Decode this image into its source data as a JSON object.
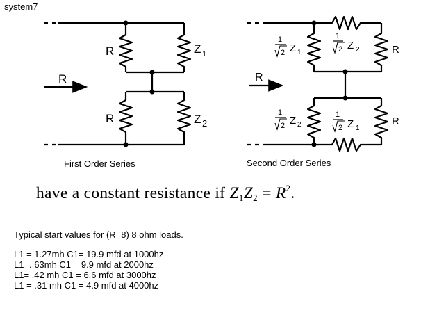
{
  "header": {
    "title": "system7"
  },
  "diagram_left": {
    "caption": "First Order Series",
    "arrow_label": "R",
    "upper_left_label": "R",
    "upper_right_label": "Z",
    "upper_right_sub": "1",
    "lower_left_label": "R",
    "lower_right_label": "Z",
    "lower_right_sub": "2"
  },
  "diagram_right": {
    "caption": "Second Order Series",
    "arrow_label": "R",
    "top_left_label": "Z",
    "top_left_sub": "1",
    "top_mid_label": "Z",
    "top_mid_sub": "2",
    "top_right_label": "R",
    "bottom_left_label": "Z",
    "bottom_left_sub": "2",
    "bottom_mid_label": "Z",
    "bottom_mid_sub": "1",
    "bottom_right_label": "R",
    "coef_numerator": "1",
    "coef_radical": "2"
  },
  "equation": {
    "text": "have a constant resistance if",
    "z": "Z",
    "sub1": "1",
    "sub2": "2",
    "equals": "=",
    "r": "R",
    "exp": "2",
    "period": "."
  },
  "notes": {
    "intro": "Typical start values for (R=8) 8 ohm loads.",
    "values": [
      "L1 = 1.27mh C1= 19.9 mfd at 1000hz",
      "L1=. 63mh C1 = 9.9 mfd at 2000hz",
      "L1= .42 mh C1 = 6.6 mfd at 3000hz",
      "L1 = .31 mh C1 = 4.9 mfd at 4000hz"
    ]
  }
}
